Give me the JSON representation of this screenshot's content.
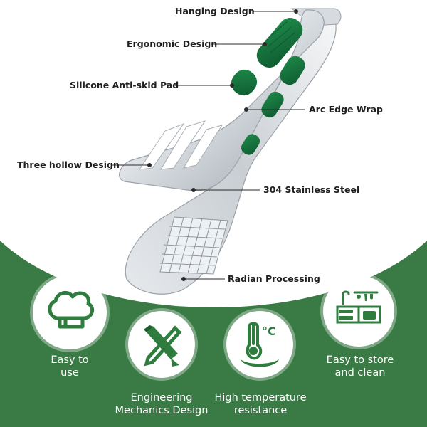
{
  "colors": {
    "brand_green": "#3a7a45",
    "pad_green": "#146b3a",
    "steel_light": "#eef0f2",
    "steel_dark": "#9aa1a8"
  },
  "callouts": {
    "hanging_design": "Hanging Design",
    "ergonomic_design": "Ergonomic Design",
    "silicone_pad": "Silicone Anti-skid Pad",
    "arc_edge_wrap": "Arc Edge Wrap",
    "three_hollow": "Three hollow Design",
    "stainless_steel": "304 Stainless Steel",
    "radian_processing": "Radian Processing"
  },
  "features": {
    "easy_to_use": "Easy to\nuse",
    "engineering": "Engineering\nMechanics Design",
    "high_temp": "High temperature\nresistance",
    "easy_store": "Easy to store\nand clean"
  },
  "icons": {
    "easy_to_use": "chef-hat-icon",
    "engineering": "pencil-ruler-icon",
    "high_temp": "thermometer-celsius-icon",
    "easy_store": "kitchen-sink-icon"
  },
  "temperature_unit": "°C"
}
